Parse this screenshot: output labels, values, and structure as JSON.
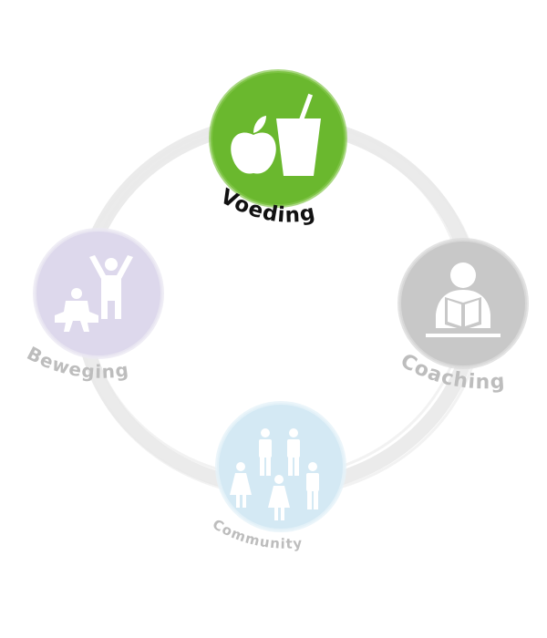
{
  "nodes": {
    "voeding": {
      "label": "Voeding",
      "color": "#6ab82e",
      "label_color": "#111111",
      "icon": "apple-and-drink-icon"
    },
    "coaching": {
      "label": "Coaching",
      "color": "#c8c8c8",
      "label_color": "#bdbdbd",
      "icon": "reading-person-icon"
    },
    "community": {
      "label": "Community",
      "color": "#d4e9f4",
      "label_color": "#bdbdbd",
      "icon": "group-of-people-icon"
    },
    "beweging": {
      "label": "Beweging",
      "color": "#ddd8ec",
      "label_color": "#bdbdbd",
      "icon": "exercising-people-icon"
    }
  },
  "ring_color": "#e9e9e9"
}
